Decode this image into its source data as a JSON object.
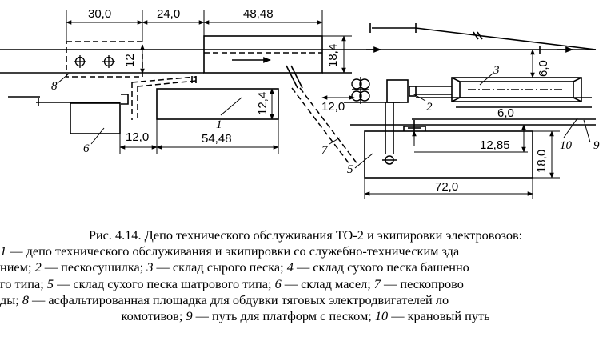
{
  "dimensions": {
    "d30": "30,0",
    "d24": "24,0",
    "d4848": "48,48",
    "d184": "18,4",
    "d12v": "12",
    "d60a": "6,0",
    "d124": "12,4",
    "d120a": "12,0",
    "d60b": "6,0",
    "d120b": "12,0",
    "d5448": "54,48",
    "d1285": "12,85",
    "d180": "18,0",
    "d720": "72,0"
  },
  "labels": {
    "n1": "1",
    "n2": "2",
    "n3": "3",
    "n5": "5",
    "n6": "6",
    "n7": "7",
    "n8": "8",
    "n9": "9",
    "n10": "10"
  },
  "caption": {
    "title": "Рис. 4.14. Депо технического обслуживания ТО-2 и экипировки электровозов:",
    "l1_num": "1",
    "l1_text": " — депо технического обслуживания и экипировки со служебно-техническим зда",
    "l2_pre": "нием; ",
    "l2_n2": "2",
    "l2_t2": " — пескосушилка; ",
    "l2_n3": "3",
    "l2_t3": " — склад сырого песка; ",
    "l2_n4": "4",
    "l2_t4": " — склад сухого песка башенно",
    "l3_pre": "го типа; ",
    "l3_n5": "5",
    "l3_t5": " — склад сухого песка шатрового типа; ",
    "l3_n6": "6",
    "l3_t6": " — склад масел; ",
    "l3_n7": "7",
    "l3_t7": " — пескопрово",
    "l4_pre": "ды; ",
    "l4_n8": "8",
    "l4_t8": " — асфальтированная площадка для обдувки тяговых электродвигателей ло",
    "l5_pre": "комотивов; ",
    "l5_n9": "9",
    "l5_t9": " — путь для платформ с песком; ",
    "l5_n10": "10",
    "l5_t10": " — крановый путь"
  }
}
